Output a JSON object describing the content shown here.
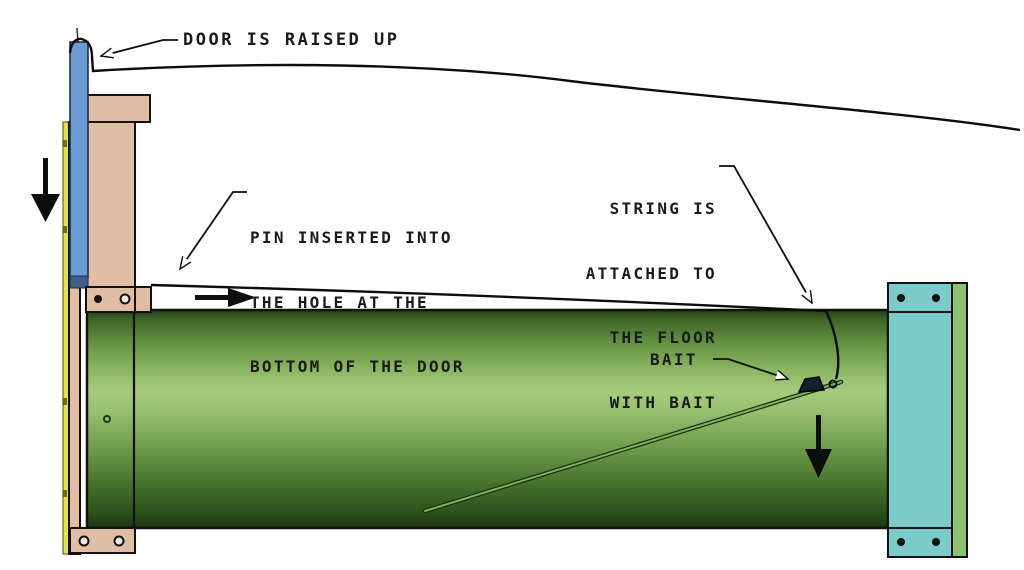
{
  "diagram": {
    "type": "technical-illustration",
    "subject": "animal trap tube with raised door, trigger pin, string and bait"
  },
  "annotations": {
    "door": {
      "text": "DOOR IS RAISED UP"
    },
    "pin": {
      "lines": [
        "PIN INSERTED INTO",
        "THE HOLE AT THE",
        "BOTTOM OF THE DOOR"
      ]
    },
    "string": {
      "lines": [
        "STRING IS",
        "ATTACHED TO",
        "THE FLOOR",
        "WITH BAIT"
      ]
    },
    "bait": {
      "text": "BAIT"
    }
  },
  "icons": {
    "left_motion": "down-arrow",
    "pin_motion": "right-arrow",
    "trigger_motion": "down-arrow",
    "leader_tips": "open-arrowhead"
  },
  "colors": {
    "line": "#111111",
    "door_blue": "#6d9bd3",
    "door_blue_dark": "#3d5f8e",
    "frame_tan": "#e2bda5",
    "rail_yellow": "#e8e23e",
    "tube_green_light": "#a7cb7e",
    "tube_green_dark": "#243f16",
    "cap_teal": "#7ccbcb",
    "cap_edge_green": "#8cc171",
    "bait_dark": "#15202e"
  }
}
